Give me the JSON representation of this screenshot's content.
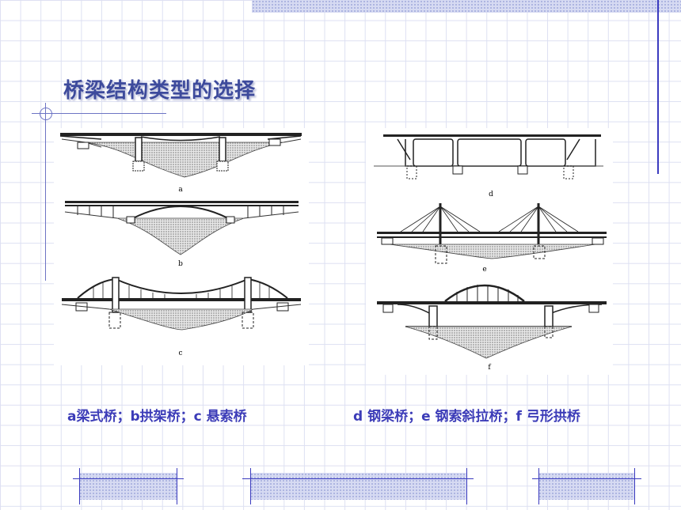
{
  "title": "桥梁结构类型的选择",
  "figure_labels": {
    "a": "a",
    "b": "b",
    "c": "c",
    "d": "d",
    "e": "e",
    "f": "f"
  },
  "captions": {
    "left": "a梁式桥；b拱架桥；c 悬索桥",
    "right": "d 钢梁桥；e 钢索斜拉桥；f 弓形拱桥"
  }
}
